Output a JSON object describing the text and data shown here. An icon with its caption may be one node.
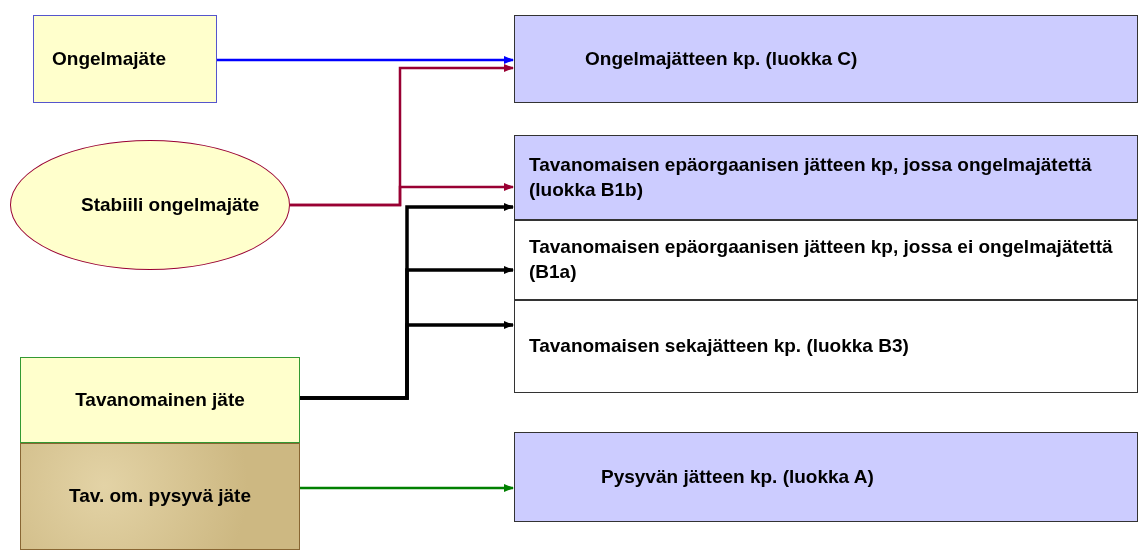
{
  "diagram": {
    "nodes": [
      {
        "text": [
          "Ongelmajäte"
        ]
      },
      {
        "text": [
          "Stabiili ongelmajäte"
        ]
      },
      {
        "text": [
          "Tavanomainen jäte"
        ]
      },
      {
        "text": [
          "Tav. om. pysyvä jäte"
        ]
      },
      {
        "text": [
          "Ongelmajätteen  kp. (luokka C)"
        ]
      },
      {
        "text": [
          "Tavanomaisen epäorgaanisen jätteen kp, jossa ongelmajätettä  (luokka B1b)"
        ]
      },
      {
        "text": [
          "Tavanomaisen epäorgaanisen jätteen kp, jossa ei ongelmajätettä (B1a)"
        ]
      },
      {
        "text": [
          "Tavanomaisen sekajätteen kp. (luokka B3)"
        ]
      },
      {
        "text": [
          "Pysyvän jätteen kp. (luokka A)"
        ]
      }
    ],
    "edges": [
      {
        "from": 0,
        "to": 4,
        "arrow": "to",
        "color": "#0000ff"
      },
      {
        "from": 1,
        "to": 4,
        "arrow": "to",
        "color": "#990033"
      },
      {
        "from": 1,
        "to": 5,
        "arrow": "to",
        "color": "#990033"
      },
      {
        "from": 2,
        "to": 5,
        "arrow": "to"
      },
      {
        "from": 2,
        "to": 6,
        "arrow": "to"
      },
      {
        "from": 2,
        "to": 7,
        "arrow": "to"
      },
      {
        "from": 3,
        "to": 8,
        "arrow": "to",
        "color": "#008000"
      }
    ]
  }
}
